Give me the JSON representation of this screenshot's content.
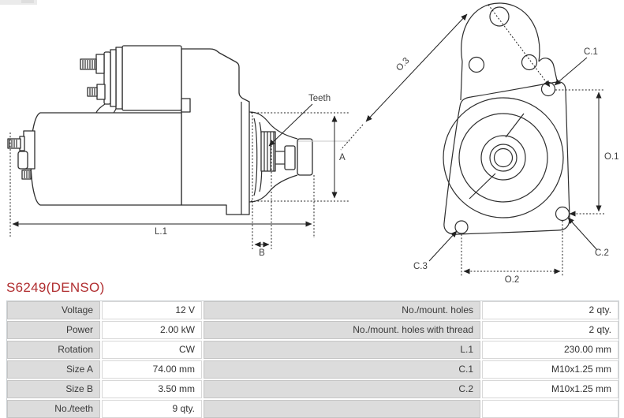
{
  "title": "S6249(DENSO)",
  "colors": {
    "accent_red": "#b12f31",
    "line": "#2e2e2e",
    "table_label_bg": "#dcdcdc"
  },
  "drawing": {
    "side_view": {
      "teeth_label": "Teeth",
      "dim_l1": "L.1",
      "dim_b": "B",
      "dim_a": "A"
    },
    "front_view": {
      "dim_o3": "O.3",
      "dim_c1": "C.1",
      "dim_o1": "O.1",
      "dim_c2": "C.2",
      "dim_c3": "C.3",
      "dim_o2": "O.2"
    }
  },
  "spec_table": {
    "rows": [
      {
        "label1": "Voltage",
        "value1": "12 V",
        "label2": "No./mount. holes",
        "value2": "2 qty."
      },
      {
        "label1": "Power",
        "value1": "2.00 kW",
        "label2": "No./mount. holes with thread",
        "value2": "2 qty."
      },
      {
        "label1": "Rotation",
        "value1": "CW",
        "label2": "L.1",
        "value2": "230.00 mm"
      },
      {
        "label1": "Size A",
        "value1": "74.00 mm",
        "label2": "C.1",
        "value2": "M10x1.25 mm"
      },
      {
        "label1": "Size B",
        "value1": "3.50 mm",
        "label2": "C.2",
        "value2": "M10x1.25 mm"
      },
      {
        "label1": "No./teeth",
        "value1": "9 qty.",
        "label2": "",
        "value2": ""
      }
    ]
  }
}
